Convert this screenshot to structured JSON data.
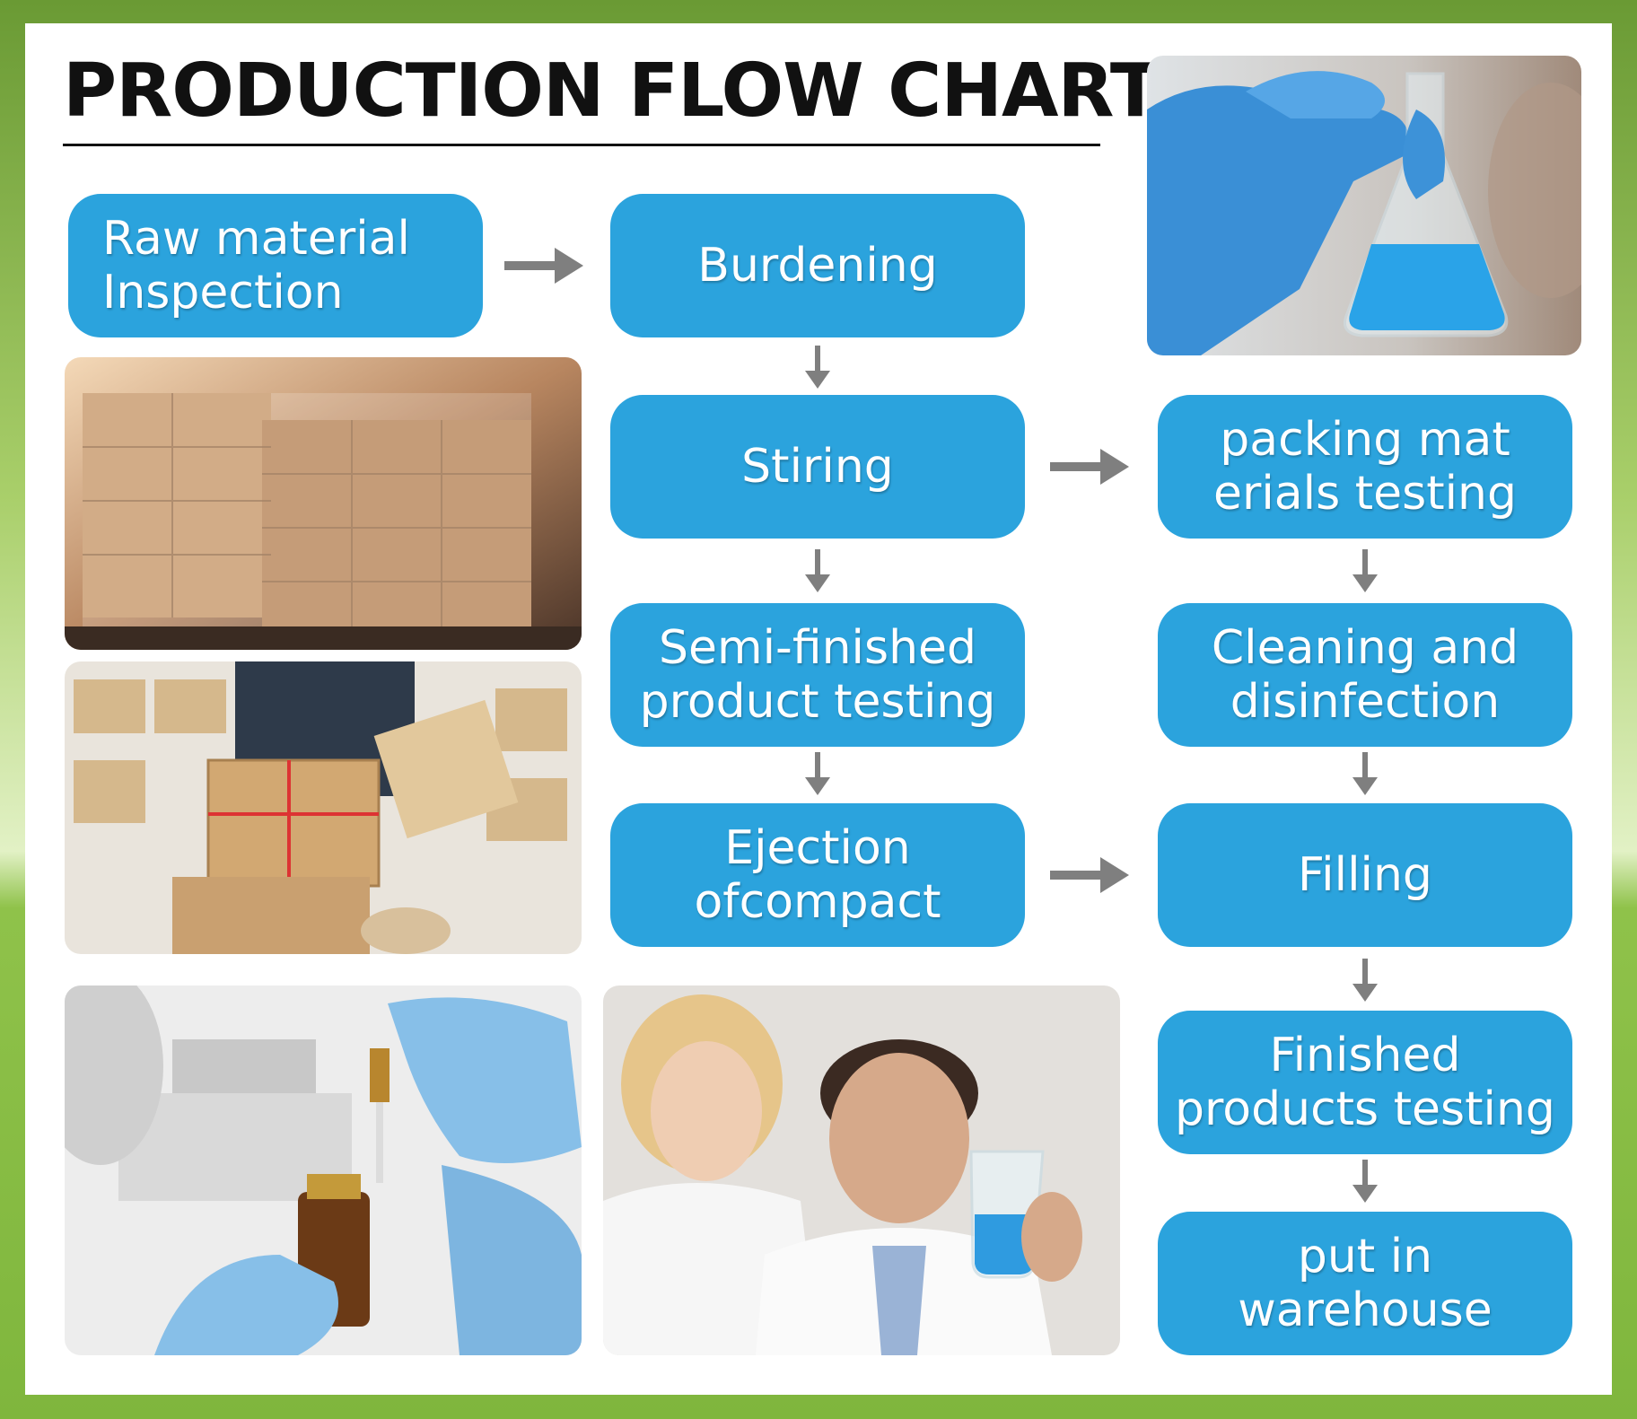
{
  "title": "PRODUCTION FLOW CHART",
  "steps": {
    "raw_material": "Raw material\nInspection",
    "burdening": "Burdening",
    "stiring": "Stiring",
    "semi_finished": "Semi-finished\nproduct testing",
    "ejection": "Ejection\nofcompact",
    "packing": "packing mat\nerials testing",
    "cleaning": "Cleaning and\ndisinfection",
    "filling": "Filling",
    "finished": "Finished\nproducts testing",
    "warehouse": "put in\nwarehouse"
  },
  "colors": {
    "box": "#2ba3dd",
    "arrow": "#7f7f7f",
    "frame": "#7fb63d"
  }
}
